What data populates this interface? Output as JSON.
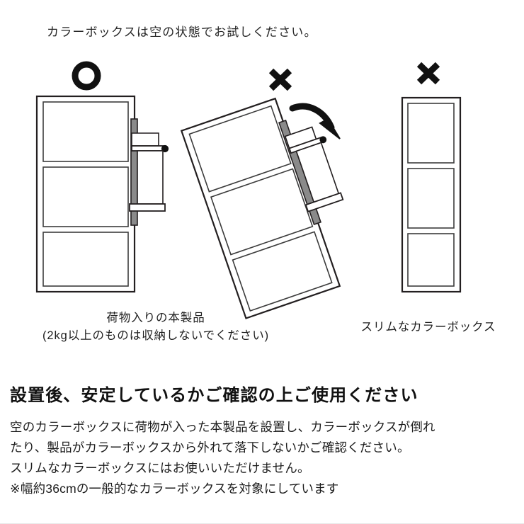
{
  "top_note": "カラーボックスは空の状態でお試しください。",
  "diagrams": [
    {
      "id": "good-standard-colorbox",
      "mark": "○",
      "mark_name": "circle-ok-mark",
      "caption_lines": [
        "荷物入りの本製品",
        "(2kg以上のものは収納しないでください)"
      ]
    },
    {
      "id": "bad-tipping-over",
      "mark": "✕",
      "mark_name": "cross-ng-mark",
      "caption_lines": []
    },
    {
      "id": "bad-slim-colorbox",
      "mark": "✕",
      "mark_name": "cross-ng-mark",
      "caption_lines": [
        "スリムなカラーボックス"
      ]
    }
  ],
  "captions": {
    "left_line1": "荷物入りの本製品",
    "left_line2": "(2kg以上のものは収納しないでください)",
    "right_line1": "スリムなカラーボックス"
  },
  "marks": {
    "ok": "○",
    "ng": "✕"
  },
  "bottom": {
    "heading": "設置後、安定しているかご確認の上ご使用ください",
    "lines": [
      "空のカラーボックスに荷物が入った本製品を設置し、カラーボックスが倒れ",
      "たり、製品がカラーボックスから外れて落下しないかご確認ください。",
      "スリムなカラーボックスにはお使いいただけません。",
      "※幅約36cmの一般的なカラーボックスを対象にしています"
    ]
  },
  "colors": {
    "background": "#ffffff",
    "text": "#1a1a1a",
    "line": "#231f20",
    "shade": "#6f6f6f"
  }
}
